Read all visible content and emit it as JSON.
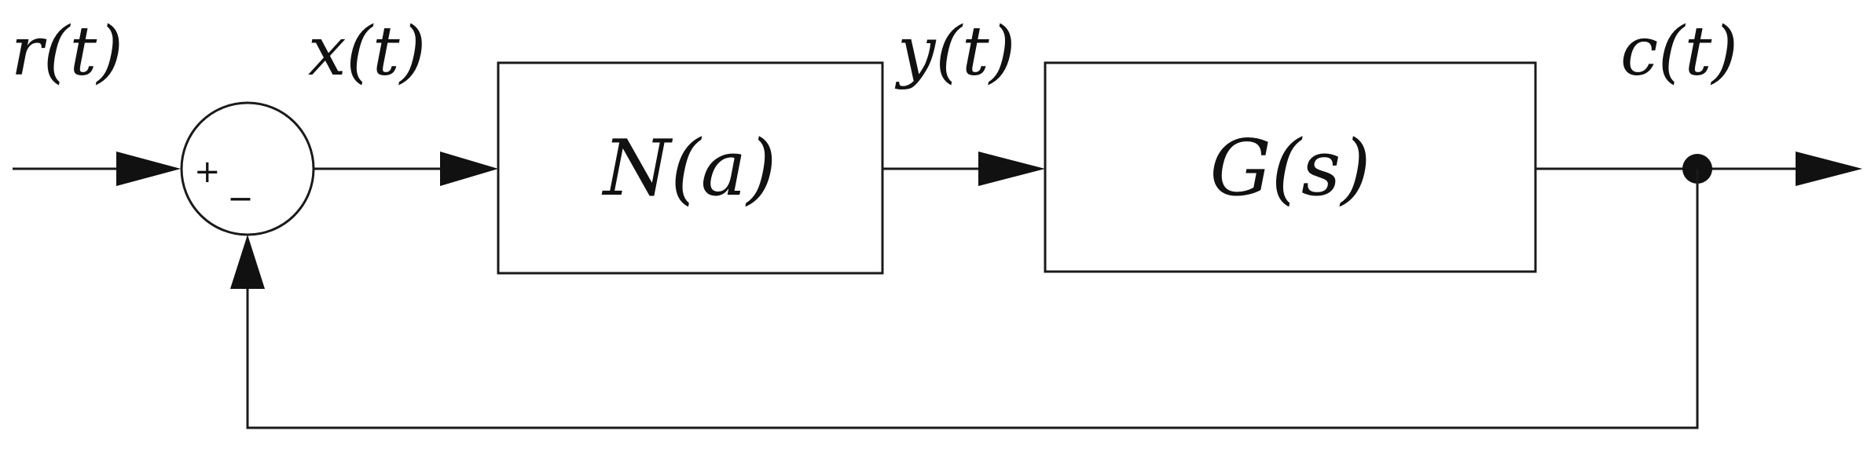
{
  "signals": {
    "reference": "r(t)",
    "error": "x(t)",
    "nonlinear_output": "y(t)",
    "output": "c(t)"
  },
  "blocks": {
    "nonlinear": "N(a)",
    "plant": "G(s)"
  },
  "summing_junction": {
    "plus": "+",
    "minus": "_"
  }
}
